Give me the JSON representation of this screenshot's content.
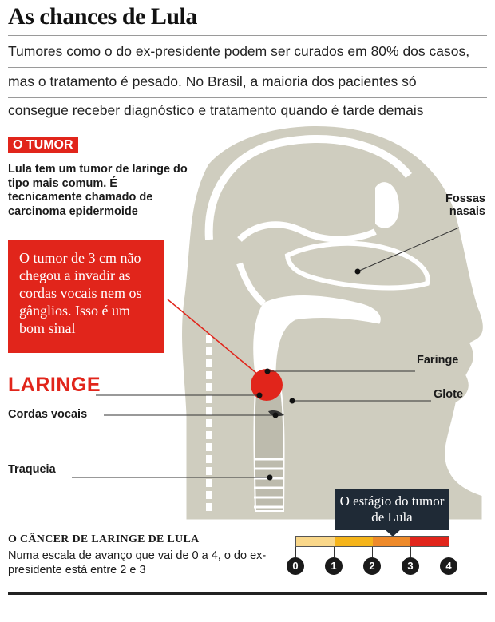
{
  "header": {
    "title": "As chances de Lula",
    "subtitle_lines": [
      "Tumores como o do ex-presidente podem ser curados em 80% dos casos,",
      "mas o tratamento é pesado. No Brasil, a maioria dos pacientes só",
      "consegue receber diagnóstico e tratamento quando é tarde demais"
    ]
  },
  "tumor": {
    "tag": "O TUMOR",
    "description": "Lula tem um tumor de laringe do tipo mais comum. É tecnicamente chamado de carcinoma epidermoide",
    "callout": "O tumor de 3 cm não chegou a invadir as cordas vocais nem os gânglios. Isso é um bom sinal"
  },
  "labels": {
    "laringe": "LARINGE",
    "fossas_nasais": "Fossas nasais",
    "faringe": "Faringe",
    "glote": "Glote",
    "cordas_vocais": "Cordas vocais",
    "traqueia": "Traqueia"
  },
  "stage": {
    "box_text": "O estágio do tumor de Lula",
    "section_title": "O CÂNCER DE LARINGE DE LULA",
    "section_text": "Numa escala de avanço que vai de 0 a 4, o do ex-presidente está entre 2 e 3",
    "scale_numbers": [
      "0",
      "1",
      "2",
      "3",
      "4"
    ],
    "scale_colors": [
      "#f9d78a",
      "#f5b41a",
      "#ee8a2a",
      "#e1251b"
    ],
    "current_stage_value": 2.5
  },
  "colors": {
    "accent_red": "#e1251b",
    "anatomy_fill": "#cfcdbf",
    "dark_box": "#1f2a36"
  }
}
